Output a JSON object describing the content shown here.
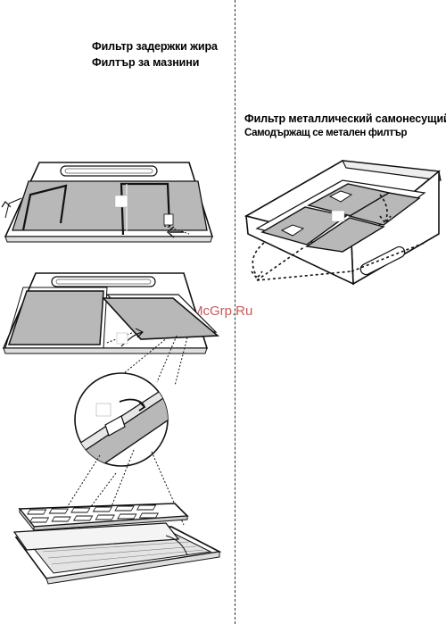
{
  "captions": {
    "grease_filter_ru": "Фильтр задержки жира",
    "grease_filter_bg": "Филтър за мазнини",
    "metal_filter_ru": "Фильтр металлический самонесущий",
    "metal_filter_bg": "Самодържащ се метален филтър"
  },
  "watermark": "McGrp.Ru",
  "colors": {
    "filter_gray": "#b8b8b8",
    "line": "#111111"
  }
}
